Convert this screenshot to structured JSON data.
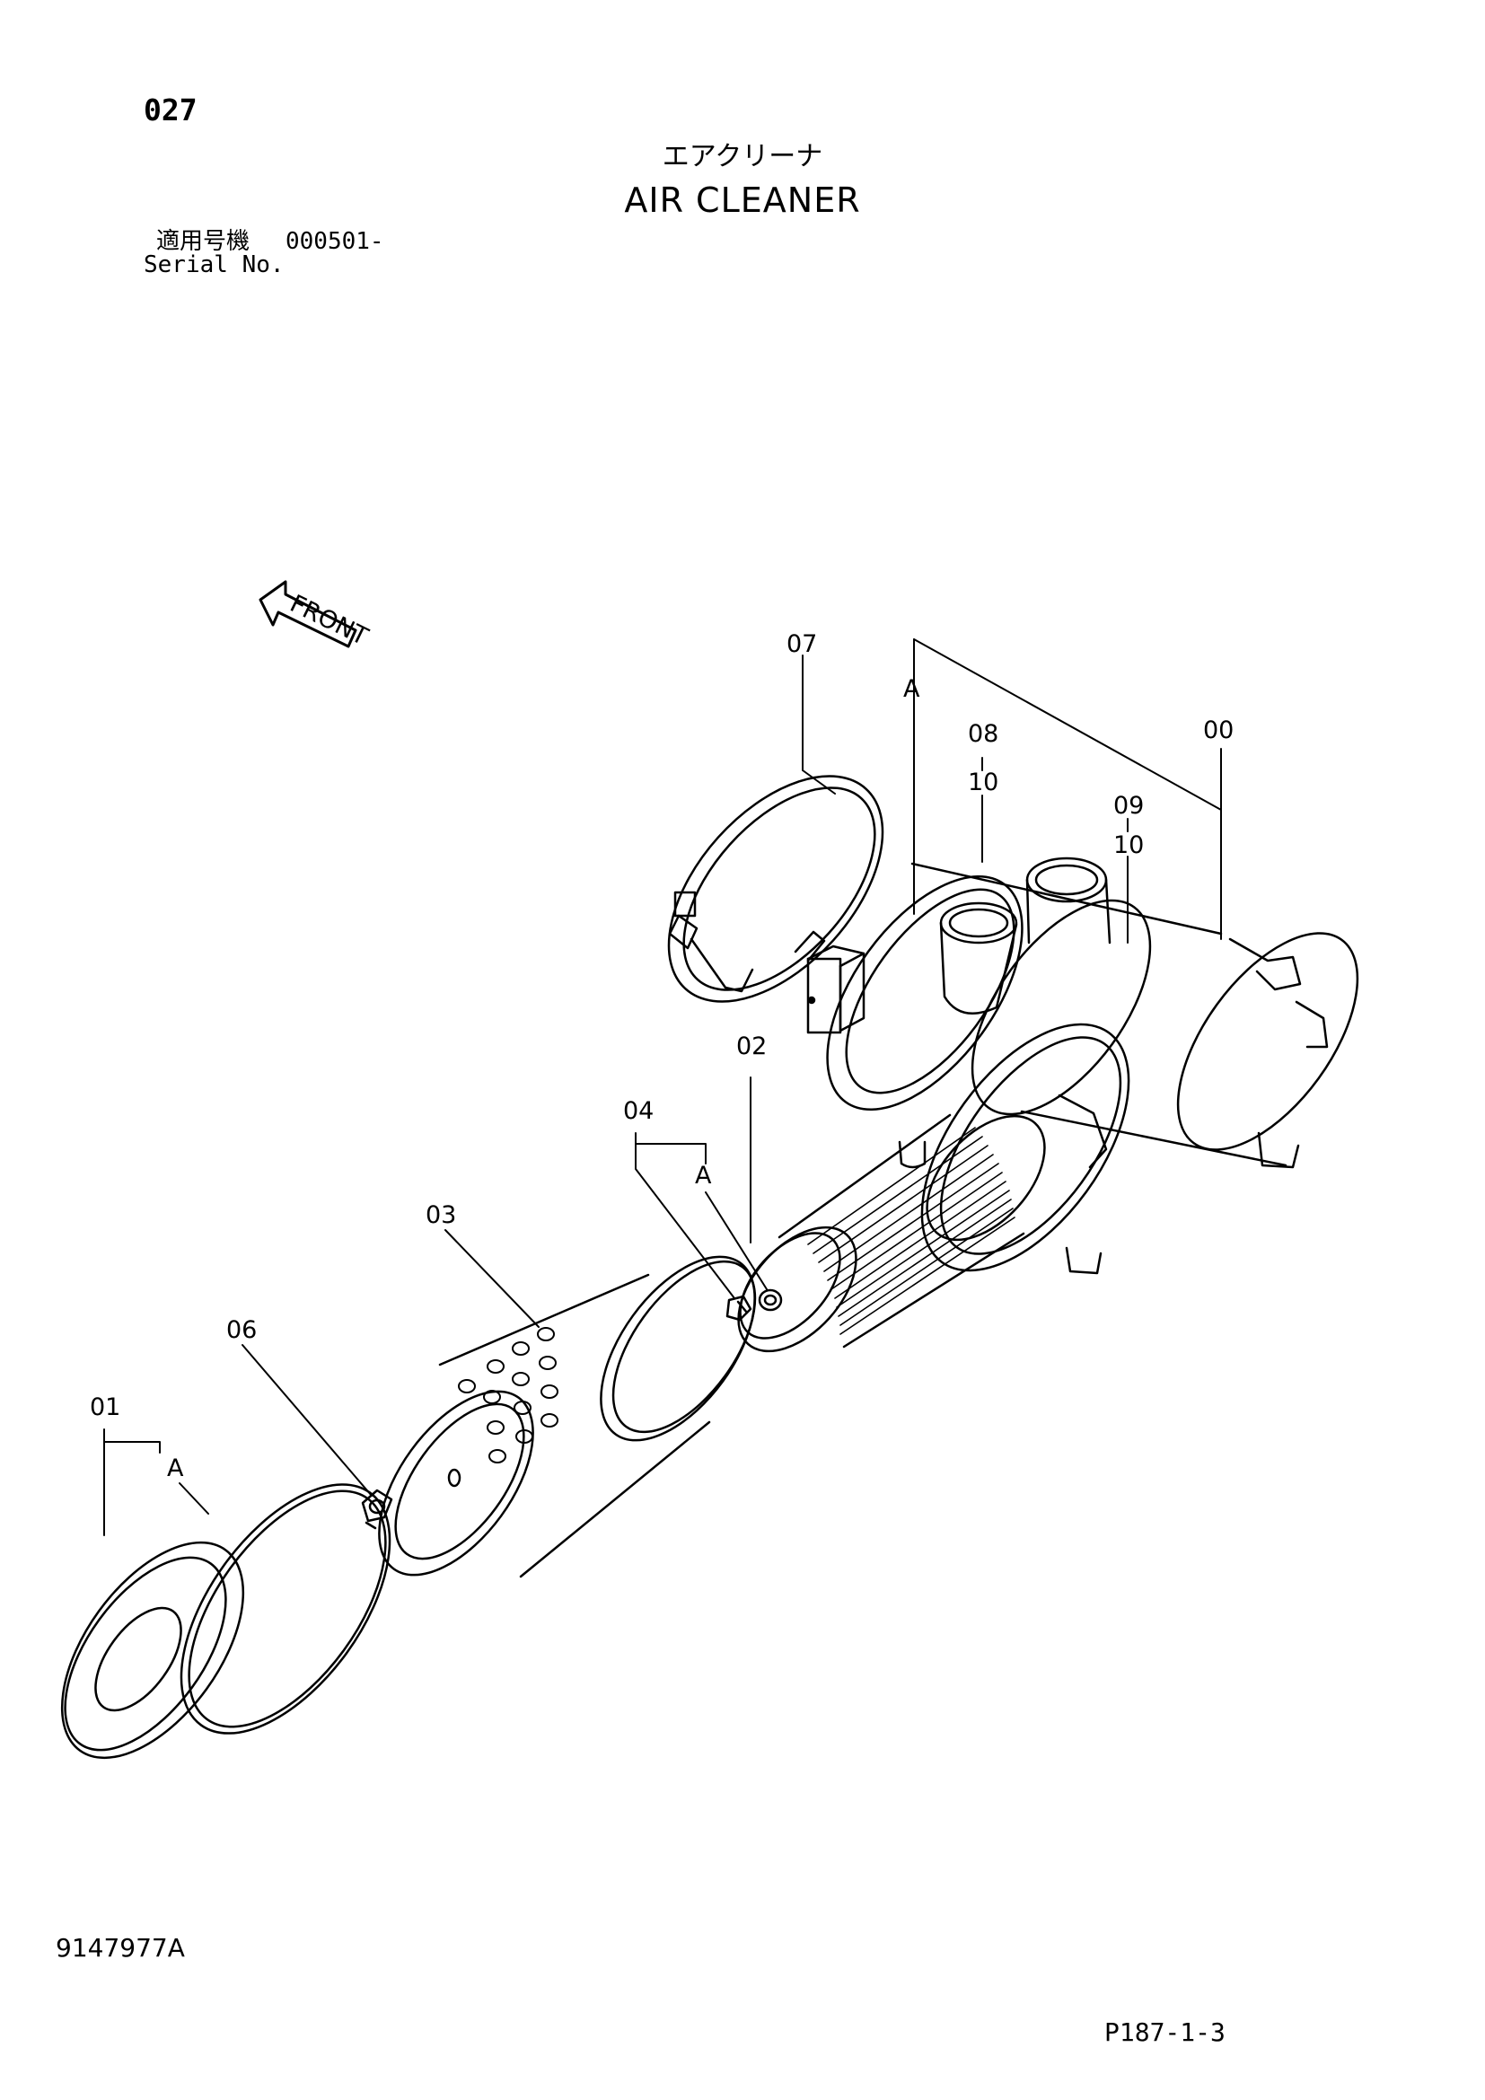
{
  "header": {
    "page_number": "027",
    "title_ja": "エアクリーナ",
    "title_en": "AIR CLEANER",
    "serial_label_ja": "適用号機",
    "serial_value": "000501-",
    "serial_label_en": "Serial No."
  },
  "diagram": {
    "direction_label": "FRONT",
    "callouts": {
      "c00": "00",
      "c01": "01",
      "c02": "02",
      "c03": "03",
      "c04": "04",
      "c06": "06",
      "c07": "07",
      "c08": "08",
      "c09": "09",
      "c10a": "10",
      "c10b": "10",
      "groupA1": "A",
      "groupA2": "A",
      "groupA3": "A"
    }
  },
  "footer": {
    "drawing_number": "9147977A",
    "page_code": "P187-1-3"
  }
}
